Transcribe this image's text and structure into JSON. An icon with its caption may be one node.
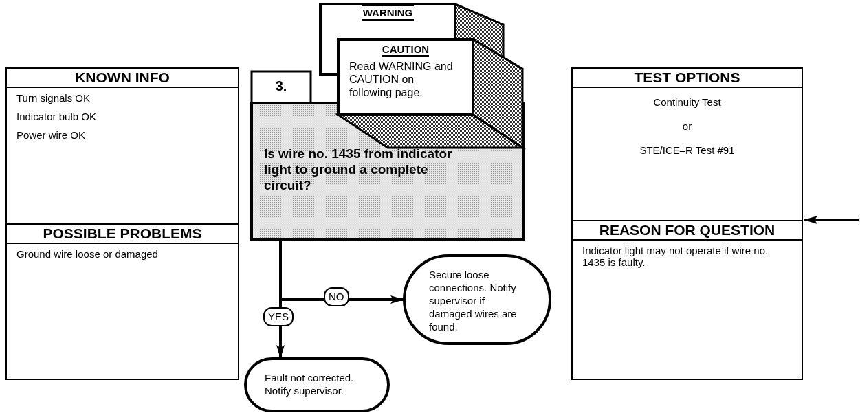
{
  "diagram": {
    "nodes": [
      {
        "text": [
          "KNOWN INFO",
          "Turn signals OK",
          "Indicator bulb OK",
          "Power wire OK"
        ]
      },
      {
        "text": [
          "POSSIBLE PROBLEMS",
          "Ground wire loose or damaged"
        ]
      },
      {
        "text": [
          "3."
        ]
      },
      {
        "text": [
          "Is wire no. 1435 from indicator light to ground a complete circuit?"
        ]
      },
      {
        "text": [
          "WARNING"
        ]
      },
      {
        "text": [
          "CAUTION",
          "Read WARNING and CAUTION on following page."
        ]
      },
      {
        "text": [
          "TEST OPTIONS",
          "Continuity Test",
          "or",
          "STE/ICE–R Test #91"
        ]
      },
      {
        "text": [
          "REASON FOR QUESTION",
          "Indicator light may not operate if wire no. 1435 is faulty."
        ]
      },
      {
        "text": [
          "Secure loose connections. Notify supervisor if damaged wires are found."
        ]
      },
      {
        "text": [
          "Fault not corrected. Notify supervisor."
        ]
      }
    ],
    "edges": [
      {
        "from": 3,
        "to": 8,
        "arrow": "to",
        "label": "NO"
      },
      {
        "from": 3,
        "to": 9,
        "arrow": "to",
        "label": "YES"
      },
      {
        "from": null,
        "to": 7,
        "arrow": "to"
      }
    ]
  }
}
